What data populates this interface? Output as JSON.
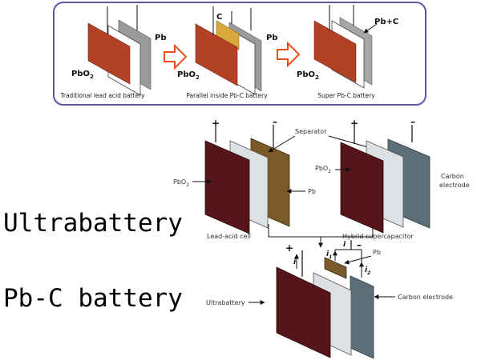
{
  "top_panel": {
    "colors": {
      "border": "#5a56a6",
      "pbo2": "#b34125",
      "pb": "#9a9a9a",
      "carbon": "#d8a93a",
      "arrow": "#e8501e"
    },
    "stage1": {
      "pbo2_label": "PbO",
      "pbo2_sub": "2",
      "pb_label": "Pb",
      "caption": "Traditional lead acid battery"
    },
    "stage2": {
      "pbo2_label": "PbO",
      "pbo2_sub": "2",
      "c_label": "C",
      "pb_label": "Pb",
      "caption": "Parallel inside Pb-C battery"
    },
    "stage3": {
      "pbo2_label": "PbO",
      "pbo2_sub": "2",
      "pbc_label": "Pb+C",
      "caption": "Super Pb-C battery"
    }
  },
  "lower_diagram": {
    "colors": {
      "pbo2": "#55151a",
      "separator": "#dde1e4",
      "pb": "#7a5a28",
      "carbon": "#5c6e78"
    },
    "lead_acid": {
      "plus": "+",
      "minus": "–",
      "pbo2_label": "PbO",
      "pbo2_sub": "2",
      "pb_label": "Pb",
      "caption": "Lead-acid cell"
    },
    "separator_label": "Separator",
    "hybrid": {
      "plus": "+",
      "minus": "–",
      "pbo2_label": "PbO",
      "pbo2_sub": "2",
      "carbon_label_line1": "Carbon",
      "carbon_label_line2": "electrode",
      "caption": "Hybrid supercapacitor"
    },
    "ultra": {
      "plus": "+",
      "minus": "–",
      "current_i": "i",
      "current_i_inner": "i",
      "i1": "i",
      "i1_sub": "1",
      "i2": "i",
      "i2_sub": "2",
      "pb_label": "Pb",
      "left_label": "Ultrabattery",
      "carbon_label": "Carbon electrode"
    }
  },
  "big_labels": {
    "line1": "Ultrabattery",
    "line2": "Pb-C battery"
  }
}
